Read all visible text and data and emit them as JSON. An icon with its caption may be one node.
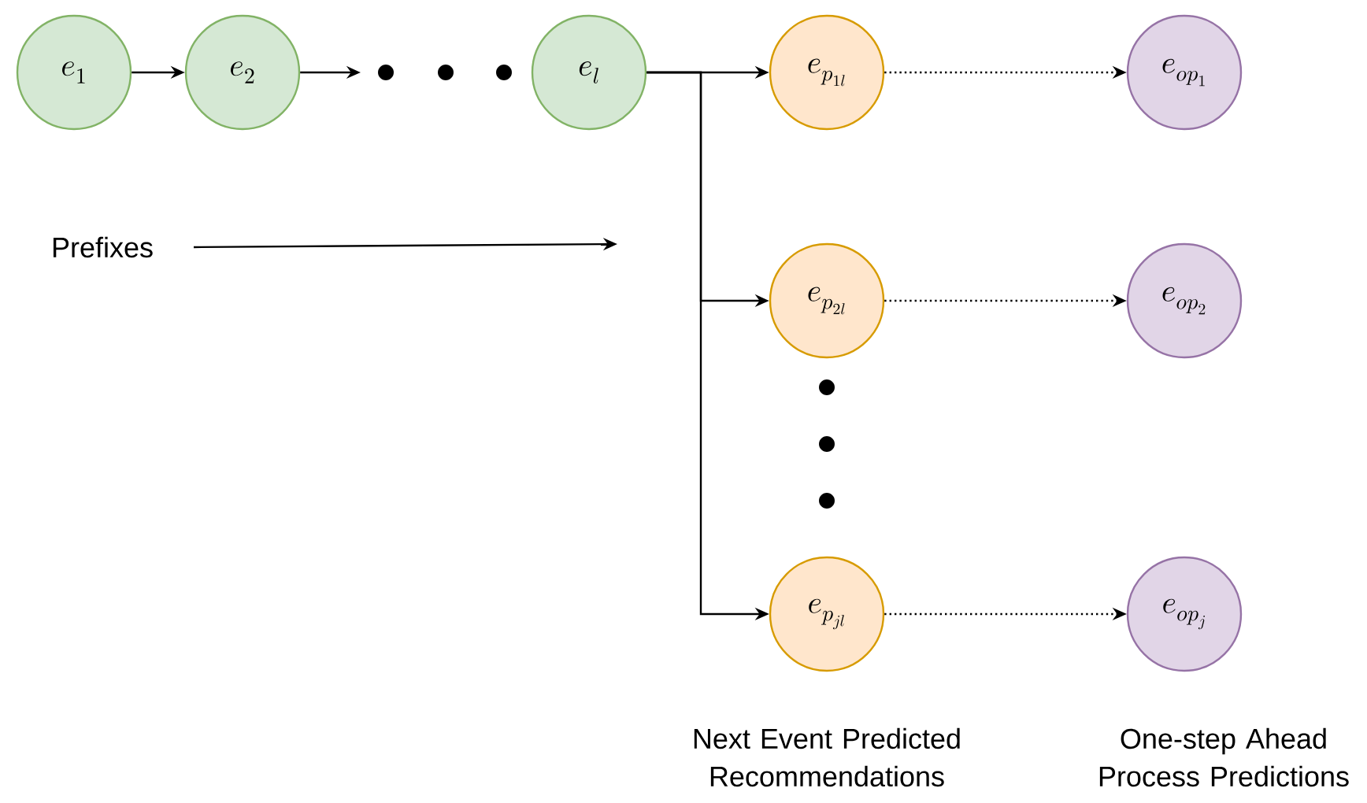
{
  "diagram": {
    "nodes": [
      {
        "text": [
          "e_{1}"
        ]
      },
      {
        "text": [
          "e_{2}"
        ]
      },
      {
        "text": [
          "e_{l}"
        ]
      },
      {
        "text": [
          "e_{p_{1l}}"
        ]
      },
      {
        "text": [
          "e_{p_{2l}}"
        ]
      },
      {
        "text": [
          "e_{p_{jl}}"
        ]
      },
      {
        "text": [
          "e_{op_{1}}"
        ]
      },
      {
        "text": [
          "e_{op_{2}}"
        ]
      },
      {
        "text": [
          "e_{op_{j}}"
        ]
      }
    ],
    "edges": [
      {
        "from": 0,
        "to": 1,
        "arrow": "to"
      },
      {
        "from": 1,
        "to": null,
        "arrow": "to"
      },
      {
        "from": 2,
        "to": 3,
        "arrow": "to"
      },
      {
        "from": 2,
        "to": 4,
        "arrow": "to"
      },
      {
        "from": 2,
        "to": 5,
        "arrow": "to"
      },
      {
        "from": 3,
        "to": 6,
        "arrow": "to",
        "style": "dashed"
      },
      {
        "from": 4,
        "to": 7,
        "arrow": "to",
        "style": "dashed"
      },
      {
        "from": 5,
        "to": 8,
        "arrow": "to",
        "style": "dashed"
      }
    ],
    "labels": [
      "Prefixes",
      "Next Event Predicted Recommendations",
      "One-step Ahead Process Predictions"
    ]
  }
}
